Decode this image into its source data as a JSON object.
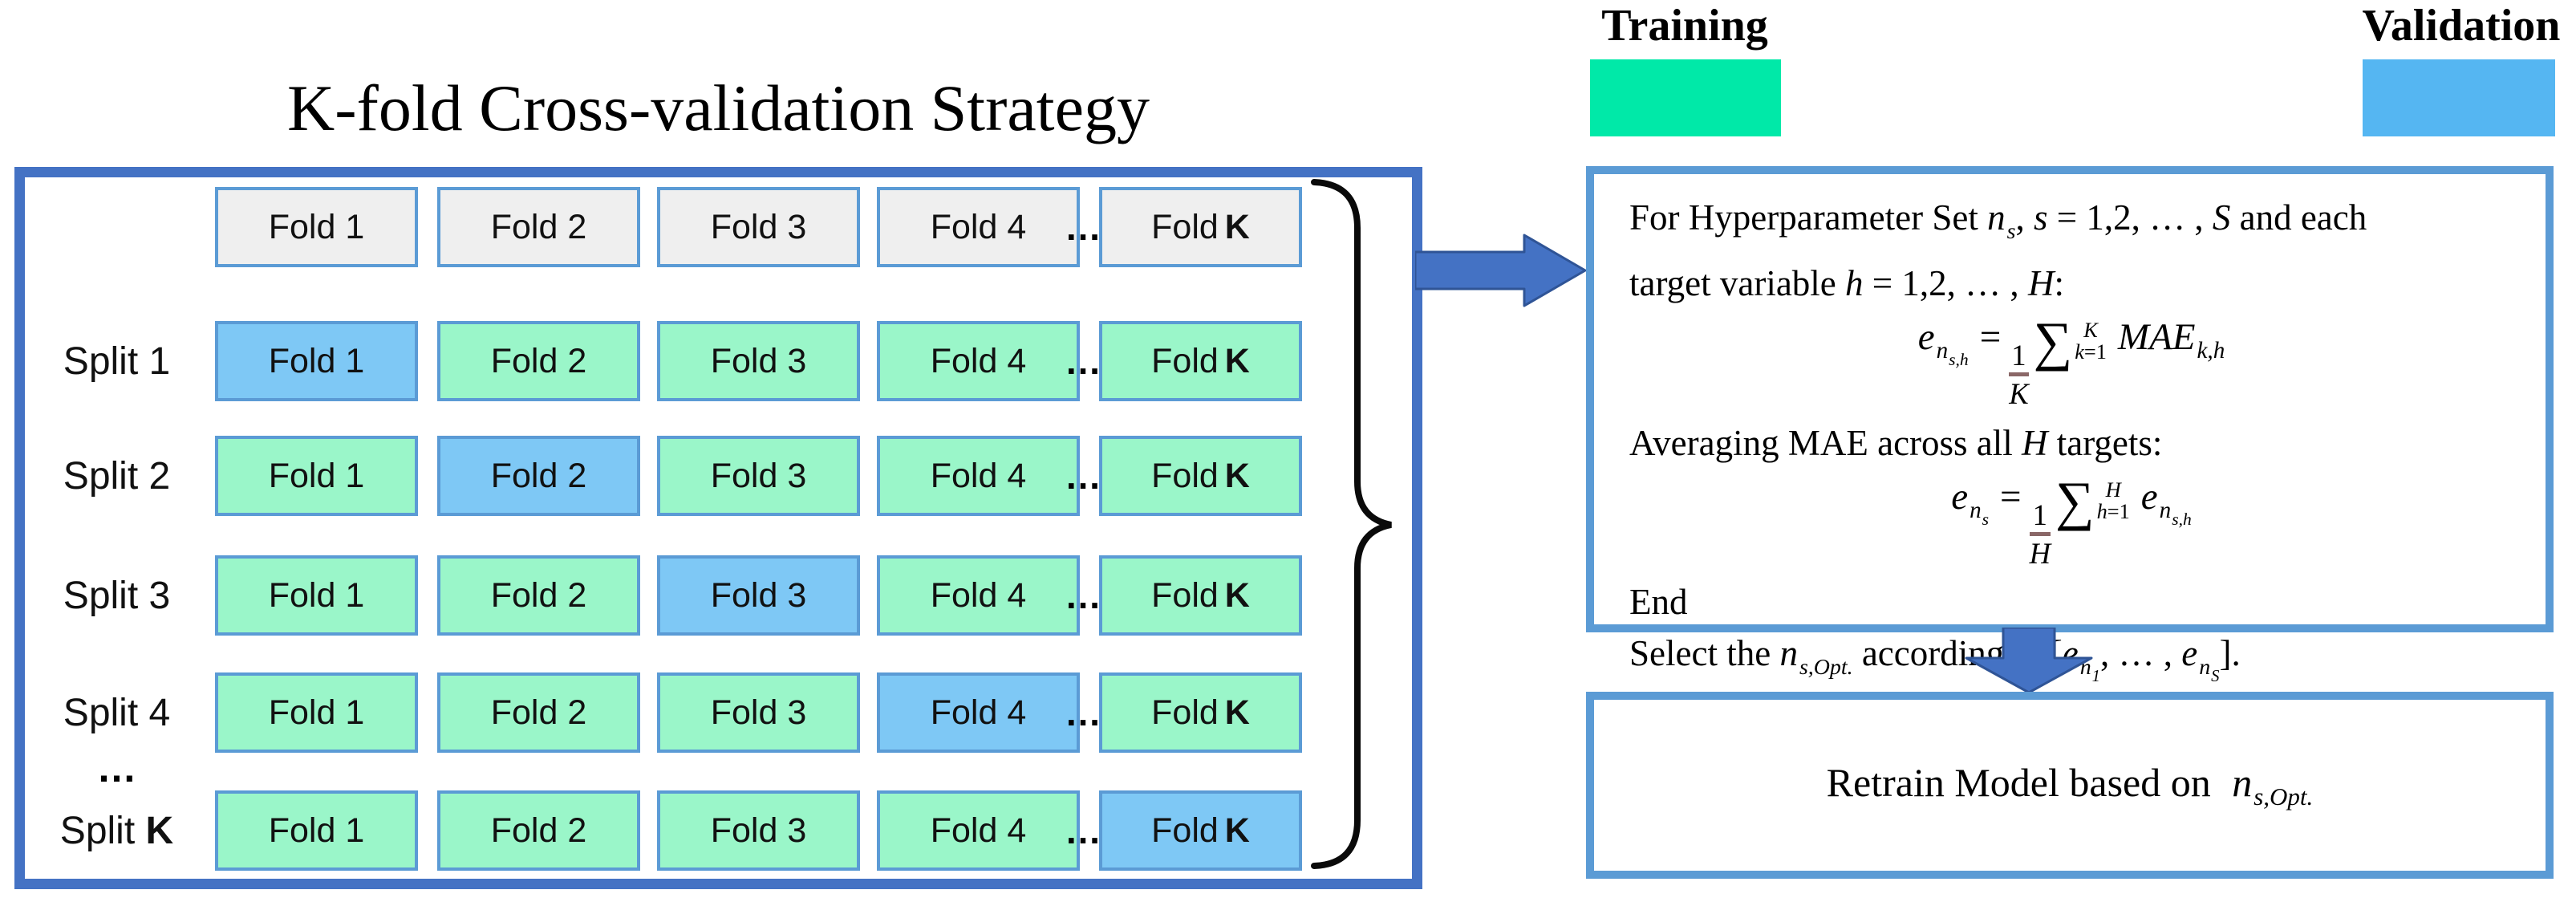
{
  "title": "K-fold Cross-validation Strategy",
  "legend": {
    "training_label": "Training",
    "validation_label": "Validation",
    "training_color": "#00E9A8",
    "validation_color": "#55B6F2"
  },
  "colors": {
    "outer_box_border": "#4472C4",
    "cell_border": "#5B9BD5",
    "panel_border": "#5B9BD5",
    "header_cell_fill": "#EFEFEF",
    "training_cell_fill": "#9AF6C9",
    "validation_cell_fill": "#7EC8F5",
    "arrow_fill": "#4472C4"
  },
  "grid": {
    "fold_labels": [
      "Fold 1",
      "Fold 2",
      "Fold 3",
      "Fold 4"
    ],
    "fold_k_prefix": "Fold",
    "k": "K",
    "split_labels": [
      "Split 1",
      "Split 2",
      "Split 3",
      "Split 4"
    ],
    "split_k_prefix": "Split",
    "col_ellipsis": "…",
    "row_ellipsis": "…"
  },
  "algorithm": {
    "line1": {
      "t1": "For Hyperparameter Set ",
      "n": "n",
      "nsub": "s",
      "t2": ", ",
      "s": "s",
      "t3": " = 1,2, … , ",
      "S": "S",
      "t4": " and each"
    },
    "line2": {
      "t1": "target variable ",
      "h": "h",
      "t2": " = 1,2, … , ",
      "H": "H",
      "t3": ":"
    },
    "f1": {
      "e": "e",
      "n": "n",
      "nsub": "s,h",
      "eq": "=",
      "num": "1",
      "den": "K",
      "sigma": "∑",
      "top": "K",
      "botv": "k",
      "bote": "=1",
      "mae": "MAE",
      "maesub": "k,h"
    },
    "line4": {
      "t1": "Averaging MAE across all ",
      "H": "H",
      "t2": " targets:"
    },
    "f2": {
      "e": "e",
      "n": "n",
      "nsub": "s",
      "eq": "=",
      "num": "1",
      "den": "H",
      "sigma": "∑",
      "top": "H",
      "botv": "h",
      "bote": "=1",
      "e2": "e",
      "n2": "n",
      "n2sub": "s,h"
    },
    "line6": "End",
    "line7": {
      "t1": "Select the ",
      "n": "n",
      "nsub": "s,Opt.",
      "t2": " according to [",
      "e1": "e",
      "en1": "n",
      "en1sub": "1",
      "t3": ", … , ",
      "e2": "e",
      "en2": "n",
      "en2sub": "S",
      "t4": "]."
    }
  },
  "retrain": {
    "t1": "Retrain Model based on ",
    "n": "n",
    "nsub": "s,Opt."
  }
}
